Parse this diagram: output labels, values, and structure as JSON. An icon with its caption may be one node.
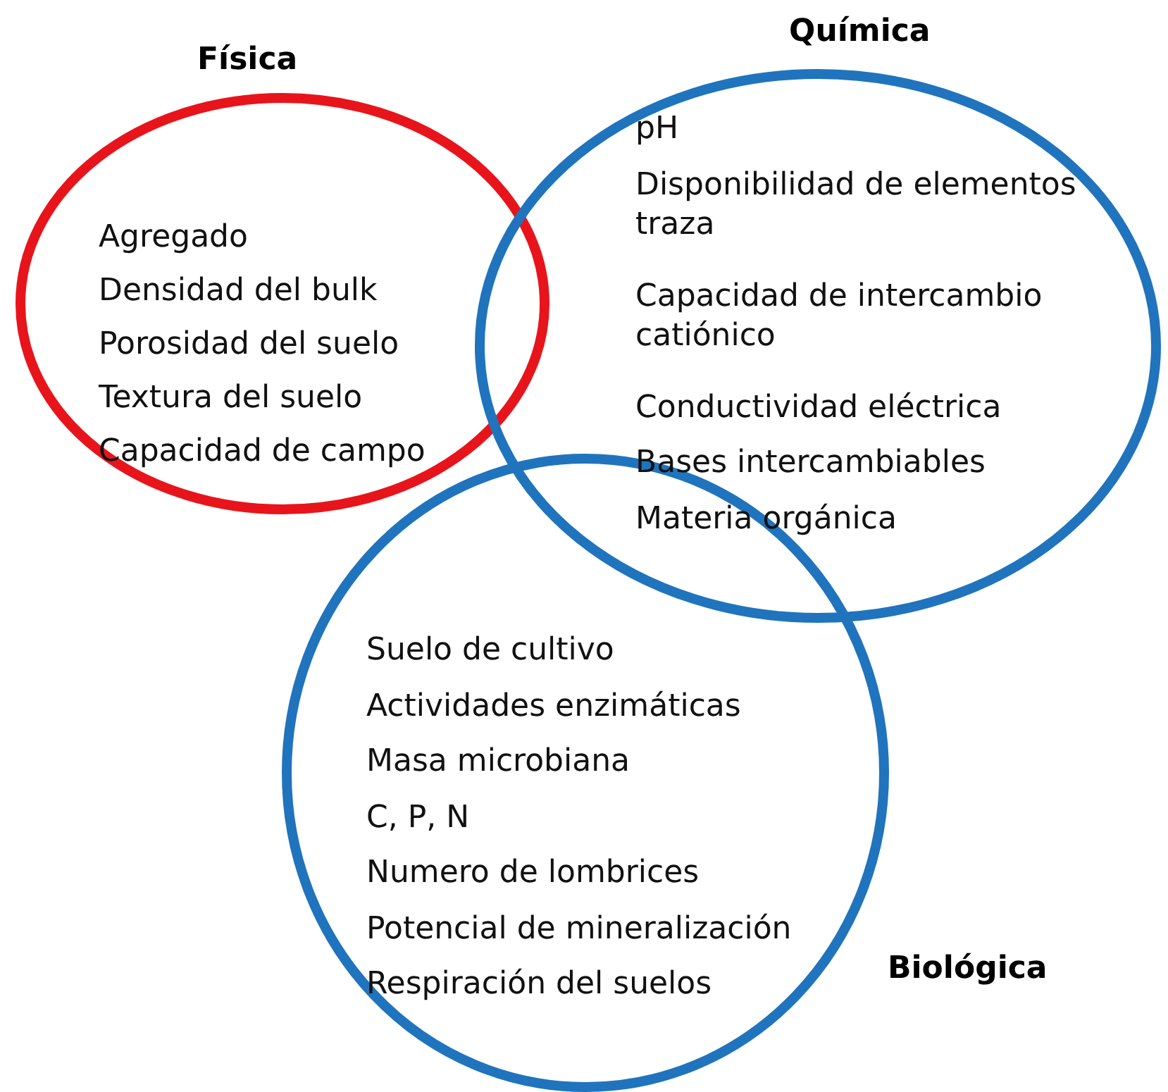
{
  "diagram": {
    "nodes": [
      {
        "text": [
          "Física",
          "Agregado",
          "Densidad del bulk",
          "Porosidad del suelo",
          "Textura del suelo",
          "Capacidad de campo"
        ]
      },
      {
        "text": [
          "Química",
          "pH",
          "Disponibilidad de elementos traza",
          "Capacidad de intercambio catiónico",
          "Conductividad eléctrica",
          "Bases intercambiables",
          "Materia orgánica"
        ]
      },
      {
        "text": [
          "Biológica",
          "Suelo de cultivo",
          "Actividades enzimáticas",
          "Masa microbiana",
          "C, P, N",
          "Numero de lombrices",
          "Potencial de mineralización",
          "Respiración del suelos"
        ]
      }
    ]
  }
}
